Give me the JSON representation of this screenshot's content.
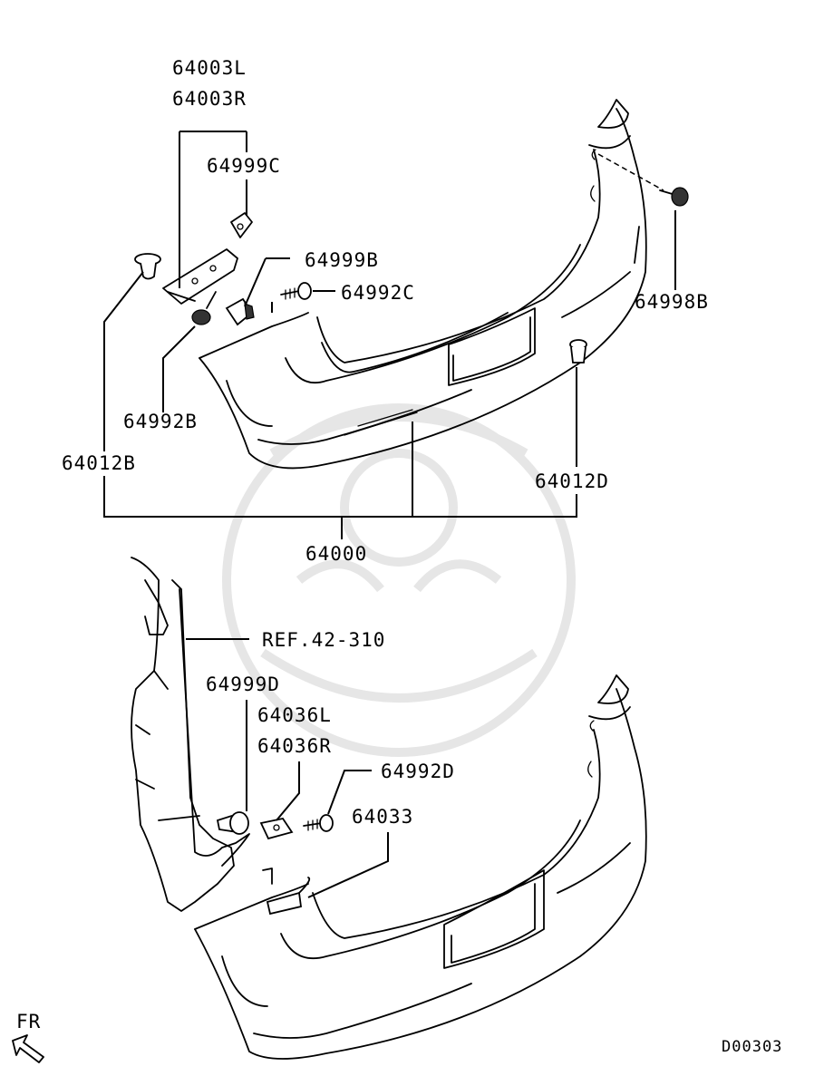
{
  "labels": {
    "p64003L": "64003L",
    "p64003R": "64003R",
    "p64999C": "64999C",
    "p64999B": "64999B",
    "p64992C": "64992C",
    "p64998B": "64998B",
    "p64992B": "64992B",
    "p64012B": "64012B",
    "p64012D": "64012D",
    "p64000": "64000",
    "ref": "REF.42-310",
    "p64999D": "64999D",
    "p64036L": "64036L",
    "p64036R": "64036R",
    "p64992D": "64992D",
    "p64033": "64033",
    "fr": "FR",
    "code": "D00303"
  }
}
